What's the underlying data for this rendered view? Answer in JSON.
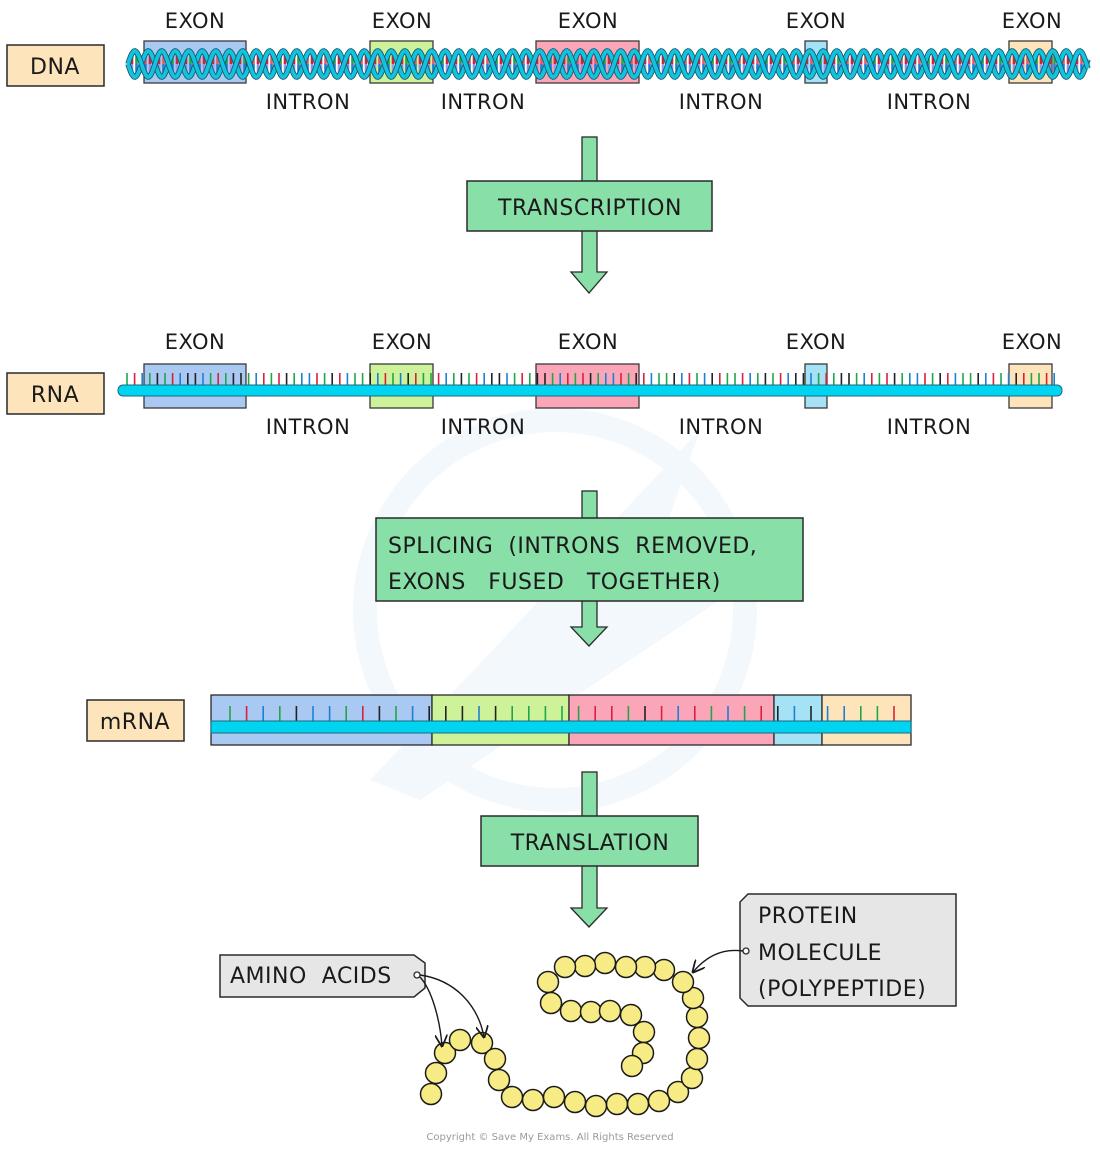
{
  "colors": {
    "label_box": "#fde4bb",
    "step_box": "#88dfa8",
    "backbone": "#00d4f0",
    "bead": "#f7eb86",
    "callout": "#e6e6e6",
    "exon_colors": [
      "#a9c8f2",
      "#cdf29a",
      "#fba6b8",
      "#a6e2f5",
      "#fde4bb"
    ],
    "base_colors": [
      "#1fa64a",
      "#d8213a",
      "#1e7fd6",
      "#222222"
    ]
  },
  "stages": {
    "dna": {
      "label": "DNA"
    },
    "rna": {
      "label": "RNA"
    },
    "mrna": {
      "label": "mRNA"
    }
  },
  "exon_label": "EXON",
  "intron_label": "INTRON",
  "exons": [
    {
      "label": "EXON",
      "color_index": 0
    },
    {
      "label": "EXON",
      "color_index": 1
    },
    {
      "label": "EXON",
      "color_index": 2
    },
    {
      "label": "EXON",
      "color_index": 3
    },
    {
      "label": "EXON",
      "color_index": 4
    }
  ],
  "introns": [
    {
      "label": "INTRON"
    },
    {
      "label": "INTRON"
    },
    {
      "label": "INTRON"
    },
    {
      "label": "INTRON"
    }
  ],
  "steps": {
    "transcription": {
      "lines": [
        "TRANSCRIPTION"
      ]
    },
    "splicing": {
      "lines": [
        "SPLICING  (INTRONS  REMOVED,",
        "EXONS   FUSED   TOGETHER)"
      ]
    },
    "translation": {
      "lines": [
        "TRANSLATION"
      ]
    }
  },
  "callouts": {
    "amino_acids": {
      "lines": [
        "AMINO  ACIDS"
      ]
    },
    "protein": {
      "lines": [
        "PROTEIN",
        "MOLECULE",
        "(POLYPEPTIDE)"
      ]
    }
  },
  "copyright": "Copyright © Save My Exams. All Rights Reserved"
}
